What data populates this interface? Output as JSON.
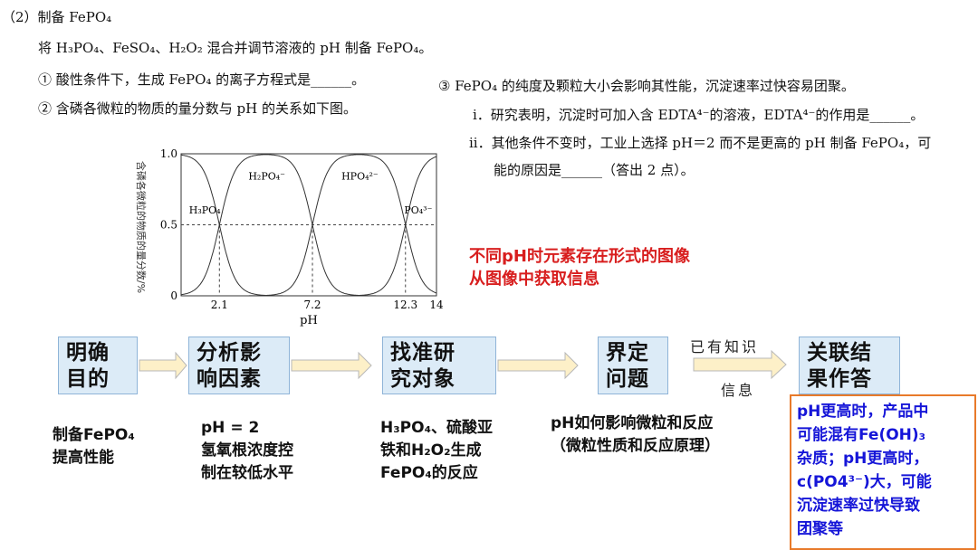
{
  "question": {
    "header": "（2）制备 FePO₄",
    "intro": "将 H₃PO₄、FeSO₄、H₂O₂ 混合并调节溶液的 pH 制备 FePO₄。",
    "item1": "① 酸性条件下，生成 FePO₄ 的离子方程式是______。",
    "item2": "② 含磷各微粒的物质的量分数与 pH 的关系如下图。",
    "item3": "③ FePO₄ 的纯度及颗粒大小会影响其性能，沉淀速率过快容易团聚。",
    "item3_i": "i．研究表明，沉淀时可加入含 EDTA⁴⁻的溶液，EDTA⁴⁻的作用是______。",
    "item3_ii_line1": "ii．其他条件不变时，工业上选择 pH＝2 而不是更高的 pH 制备 FePO₄，可",
    "item3_ii_line2": "能的原因是______（答出 2 点）。"
  },
  "chart_data": {
    "type": "line",
    "xlabel": "pH",
    "ylabel": "含磷各微粒的物质的量分数/%",
    "xlim": [
      0,
      14
    ],
    "ylim": [
      0,
      1.0
    ],
    "y_ticks": [
      "1.0",
      "0.5",
      "0"
    ],
    "x_ticks": [
      "2.1",
      "7.2",
      "12.3",
      "14"
    ],
    "x_tick_values": [
      2.1,
      7.2,
      12.3,
      14
    ],
    "pKa": [
      2.1,
      7.2,
      12.3
    ],
    "series": [
      {
        "name": "H₃PO₄"
      },
      {
        "name": "H₂PO₄⁻"
      },
      {
        "name": "HPO₄²⁻"
      },
      {
        "name": "PO₄³⁻"
      }
    ],
    "guides": {
      "y": 0.5,
      "x": [
        2.1,
        7.2,
        12.3
      ]
    }
  },
  "callout": {
    "line1": "不同pH时元素存在形式的图像",
    "line2": "从图像中获取信息"
  },
  "flow": {
    "steps": [
      {
        "line1": "明确",
        "line2": "目的"
      },
      {
        "line1": "分析影",
        "line2": "响因素"
      },
      {
        "line1": "找准研",
        "line2": "究对象"
      },
      {
        "line1": "界定",
        "line2": "问题"
      },
      {
        "line1": "关联结",
        "line2": "果作答"
      }
    ],
    "handwritten_top": "已有知识",
    "handwritten_bottom": "信息"
  },
  "notes": {
    "n1": [
      "制备FePO₄",
      "提高性能"
    ],
    "n2": [
      "pH = 2",
      "氢氧根浓度控",
      "制在较低水平"
    ],
    "n3": [
      "H₃PO₄、硫酸亚",
      "铁和H₂O₂生成",
      "FePO₄的反应"
    ],
    "n4": [
      "pH如何影响微粒和反应",
      "（微粒性质和反应原理）"
    ]
  },
  "answer": {
    "lines": [
      "pH更高时，产品中",
      "可能混有Fe(OH)₃",
      "杂质；pH更高时，",
      "c(PO4³⁻)大，可能",
      "沉淀速率过快导致",
      "团聚等"
    ]
  },
  "colors": {
    "accent_red": "#d81e1e",
    "answer_blue": "#1515d8",
    "box_fill": "#dcebf7",
    "answer_border": "#e87a2a"
  }
}
